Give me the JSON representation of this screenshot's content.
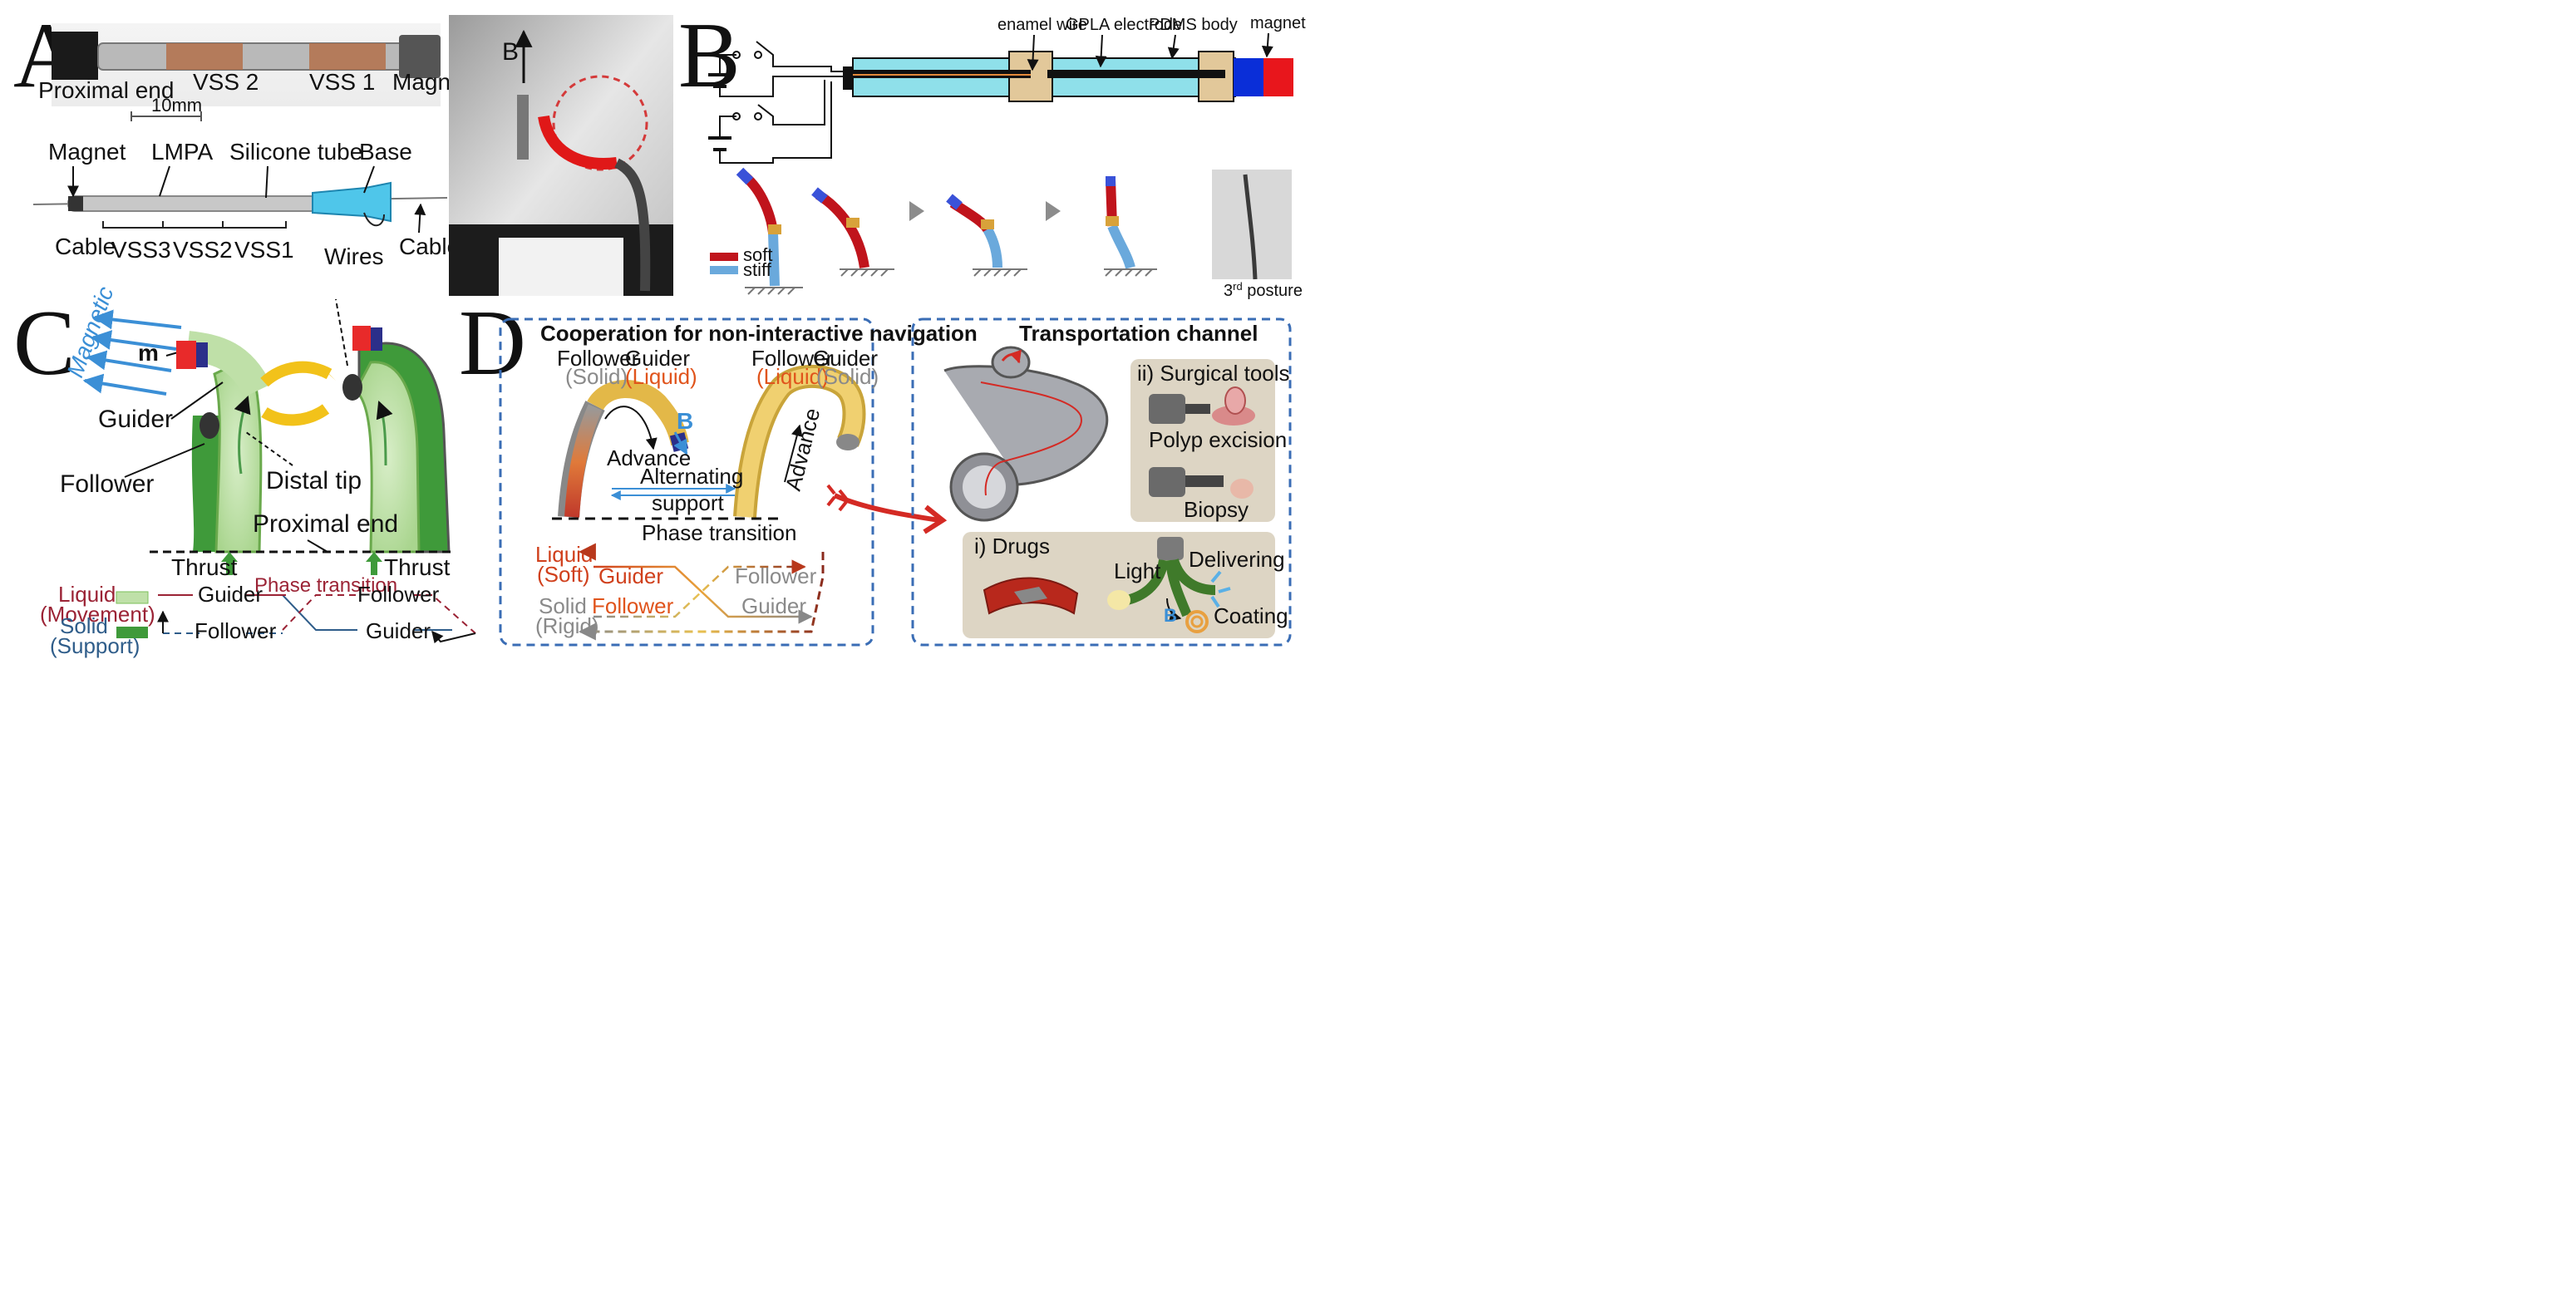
{
  "panel_letters": {
    "a": "A",
    "b": "B",
    "c": "C",
    "d": "D"
  },
  "panel_a": {
    "photo_top": {
      "proximal_end": "Proximal end",
      "vss2": "VSS 2",
      "vss1": "VSS 1",
      "magnet": "Magnet",
      "scale": "10mm"
    },
    "photo_bottom": {
      "magnet": "Magnet",
      "lmpa": "LMPA",
      "silicone_tube": "Silicone tube",
      "base": "Base",
      "cable_left": "Cable",
      "vss3": "VSS3",
      "vss2": "VSS2",
      "vss1": "VSS1",
      "wires": "Wires",
      "cable_right": "Cable"
    },
    "field_label": "B"
  },
  "panel_b": {
    "schematic": {
      "enamel_wire": "enamel wire",
      "gpla_electrode": "GPLA electrode",
      "pdms_body": "PDMS body",
      "magnet": "magnet"
    },
    "legend": {
      "soft": "soft",
      "stiff": "stiff"
    },
    "posture_caption": {
      "ordinal": "3",
      "sup": "rd",
      "rest": " posture"
    },
    "colors": {
      "soft": "#c0141c",
      "stiff": "#6aa9dc",
      "body": "#8fe0ea",
      "magnet_blue": "#0a2ed8",
      "magnet_red": "#e8161c"
    }
  },
  "panel_c": {
    "magnetic": "Magnetic",
    "m": "m",
    "guider": "Guider",
    "follower": "Follower",
    "distal_tip": "Distal tip",
    "proximal_end": "Proximal end",
    "thrust_left": "Thrust",
    "thrust_right": "Thrust",
    "liquid": "Liquid",
    "movement": "(Movement)",
    "solid": "Solid",
    "support": "(Support)",
    "seq_guider_top": "Guider",
    "seq_phase": "Phase transition",
    "seq_follower_top": "Follower",
    "seq_follower_bottom": "Follower",
    "seq_guider_bottom": "Guider",
    "colors": {
      "liquid": "#9b2335",
      "solid": "#2f5d8a",
      "green": "#3f9a3a"
    }
  },
  "panel_d": {
    "left_box": {
      "title": "Cooperation for non-interactive navigation",
      "follower_l": "Follower",
      "solid_l": "(Solid)",
      "guider_l": "Guider",
      "liquid_l": "(Liquid)",
      "b": "B",
      "advance_l": "Advance",
      "follower_r": "Follower",
      "liquid_r": "(Liquid)",
      "guider_r": "Guider",
      "solid_r": "(Solid)",
      "advance_r": "Advance",
      "alternating": "Alternating",
      "support": "support",
      "phase_transition": "Phase transition",
      "liquid_row": "Liquid",
      "soft_row": "(Soft)",
      "solid_row": "Solid",
      "rigid_row": "(Rigid)",
      "seq_guider_a": "Guider",
      "seq_follower_a": "Follower",
      "seq_follower_b": "Follower",
      "seq_guider_b": "Guider"
    },
    "right_box": {
      "title": "Transportation channel",
      "surgical_tools": "ii) Surgical tools",
      "polyp_excision": "Polyp excision",
      "biopsy": "Biopsy",
      "drugs": "i) Drugs",
      "light": "Light",
      "delivering": "Delivering",
      "b": "B",
      "coating": "Coating"
    },
    "colors": {
      "dash_border": "#3a6db5",
      "orange": "#e0541c",
      "gold": "#e8c050",
      "gray": "#8a8a8a",
      "red_arrow": "#d42a24"
    }
  }
}
